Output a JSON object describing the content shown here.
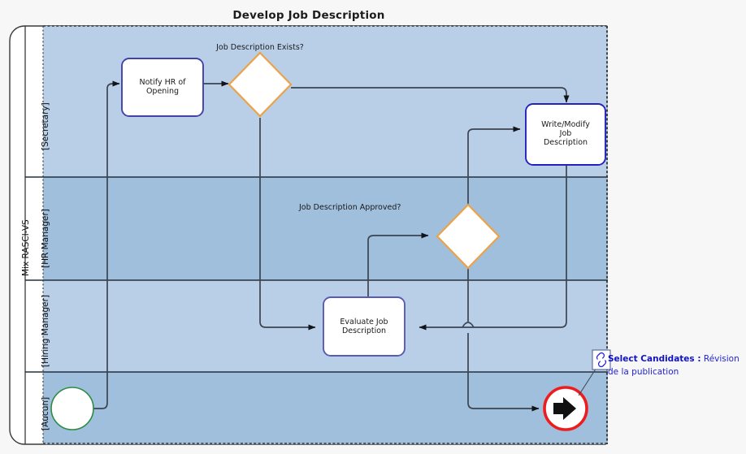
{
  "diagram": {
    "title": "Develop Job Description",
    "type": "bpmn-process-diagram",
    "pool": {
      "label": "Mix RASCI-VS",
      "lanes": [
        {
          "label": "[Secretary]",
          "fill": "#b9cfe8"
        },
        {
          "label": "[HR Manager]",
          "fill": "#9fbfdc"
        },
        {
          "label": "[Hiring Manager]",
          "fill": "#b9cfe8"
        },
        {
          "label": "[Aucun]",
          "fill": "#9fbfdc"
        }
      ]
    },
    "tasks": [
      {
        "id": "notify-hr",
        "label": "Notify HR of\nOpening",
        "lane": "[Secretary]"
      },
      {
        "id": "write-modify",
        "label": "Write/Modify\nJob\nDescription",
        "lane": "[Secretary]"
      },
      {
        "id": "evaluate",
        "label": "Evaluate Job\nDescription",
        "lane": "[Hiring Manager]"
      }
    ],
    "gateways": [
      {
        "id": "gw-exists",
        "label": "Job Description Exists?",
        "lane": "[Secretary]"
      },
      {
        "id": "gw-approved",
        "label": "Job Description Approved?",
        "lane": "[HR Manager]"
      }
    ],
    "events": [
      {
        "id": "start-event",
        "kind": "start",
        "lane": "[Aucun]"
      },
      {
        "id": "end-event",
        "kind": "end-terminate-link",
        "lane": "[Aucun]"
      }
    ],
    "annotation": {
      "reference": "Select Candidates :",
      "text": " Révision de la publication",
      "icon": "link-icon"
    },
    "colors": {
      "background": "#f7f7f7",
      "lane_light": "#b9cfe8",
      "lane_dark": "#9fbfdc",
      "task_border": "#4242a8",
      "task_fill": "#ffffff",
      "gateway_border": "#eda24a",
      "gateway_fill": "#ffffff",
      "start_event_border": "#2e8b45",
      "end_event_border": "#ee1c1c",
      "connector": "#3c4450",
      "annotation_text": "#2222dd",
      "title": "#1c1c1c"
    }
  }
}
